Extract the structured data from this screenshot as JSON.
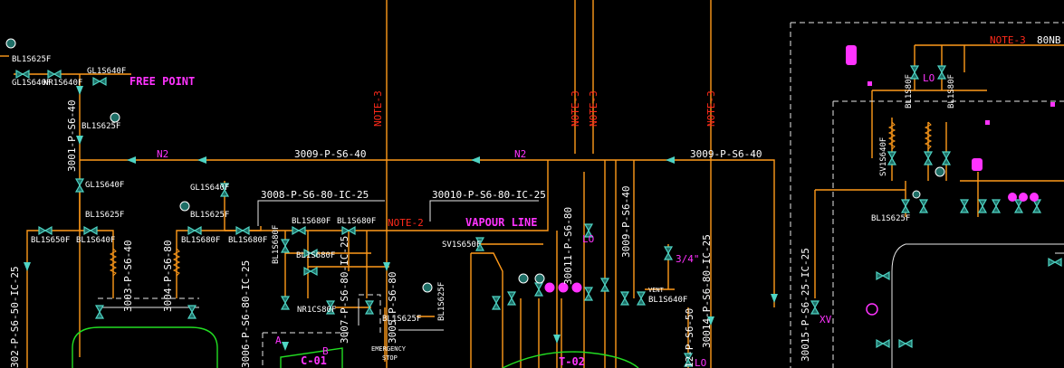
{
  "diagram": {
    "line_labels": {
      "n2_left": "N2",
      "n2_right": "N2",
      "header_left": "3009-P-S6-40",
      "header_right": "3009-P-S6-40",
      "line_3008": "3008-P-S6-80-IC-25",
      "line_30010": "30010-P-S6-80-IC-25",
      "line_3001": "3001-P-S6-40",
      "line_3004": "3004-P-S6-80",
      "line_3003": "3003-P-S6-40",
      "line_3007": "3007-P-S6-80-IC-25",
      "line_3005": "3005-P-S6-80",
      "line_3006": "3006-P-S6-80-IC-25",
      "line_302": "302-P-S6-50-IC-25",
      "line_30011": "30011-P-S6-80",
      "line_3009v": "3009-P-S6-40",
      "line_30014": "30014-P-S6-80-IC-25",
      "line_30015": "30015-P-S6-25-IC-25",
      "line_12p": "12-P-S6-50"
    },
    "notes": {
      "note3_a": "NOTE-3",
      "note3_b": "NOTE-3",
      "note3_c": "NOTE-3",
      "note3_d": "NOTE-3",
      "note3_top": "NOTE-3",
      "note2": "NOTE-2",
      "nb80": "80NB"
    },
    "magenta_labels": {
      "free_point": "FREE POINT",
      "vapour_line": "VAPOUR LINE",
      "c01": "C-01",
      "t02": "T-02",
      "a": "A",
      "b": "B",
      "xv": "XV",
      "lo1": "LO",
      "lo2": "LO",
      "lo3": "LO",
      "size": "3/4\""
    },
    "valve_tags": {
      "bl1s625f_top": "BL1S625F",
      "gl1s640f_top": "GL1S640F",
      "nr1s640f_top": "NR1S640F",
      "gl1s640f_free": "GL1S640F",
      "bl1s625f_n2": "BL1S625F",
      "gl1s640f_a": "GL1S640F",
      "bl1s625f_a": "BL1S625F",
      "bl1s650f": "BL1S650F",
      "bl1s640f": "BL1S640F",
      "gl1s640f_b": "GL1S640F",
      "bl1s625f_b": "BL1S625F",
      "bl1s680f_a": "BL1S680F",
      "bl1s680f_b": "BL1S680F",
      "bl1s680f_c": "BL1S680F",
      "bl1s680f_d": "BL1S680F",
      "bl1s680f_e": "BL1S680F",
      "bl1s680f_v": "BL1S680F",
      "nr1cs80f": "NR1CS80F",
      "sv1s650f": "SV1S650F",
      "bl1s625f_r": "BL1S625F",
      "bl1s625f_s": "BL1S625F",
      "bl1s640f_vent": "BL1S640F",
      "vent": "VENT",
      "bl1s80f_r1": "BL1S80F",
      "bl1s80f_r2": "BL1S80F",
      "sv1s640f": "SV1S640F",
      "bl1s625f_rr": "BL1S625F",
      "emergency": "EMERGENCY",
      "stop": "STOP"
    }
  }
}
